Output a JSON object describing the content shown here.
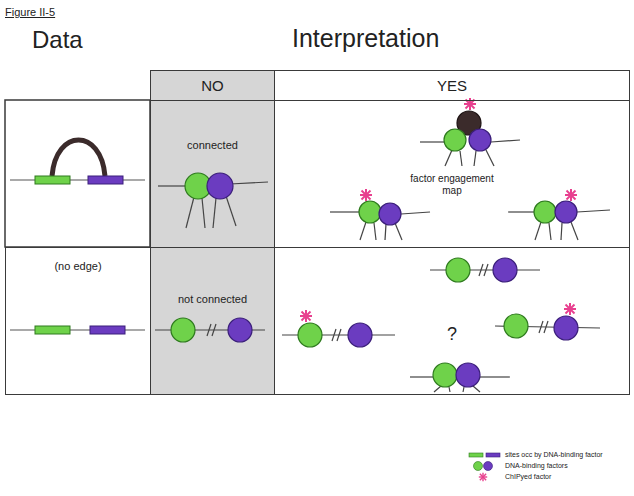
{
  "diagram": {
    "title": "Figure II-5",
    "nodes": [
      {
        "text": [
          "NO"
        ]
      },
      {
        "text": [
          "YES"
        ]
      },
      {
        "text": [
          "connected"
        ]
      },
      {
        "text": [
          "factor engagement map"
        ]
      },
      {
        "text": [
          "(no edge)"
        ]
      },
      {
        "text": [
          "not connected"
        ]
      },
      {
        "text": [
          "?"
        ]
      }
    ],
    "labels": [
      "Data",
      "Interpretation"
    ],
    "legend": [
      {
        "text": "sites occ by DNA-binding factor"
      },
      {
        "text": "DNA-binding factors"
      },
      {
        "text": "ChIPyed factor"
      }
    ]
  }
}
